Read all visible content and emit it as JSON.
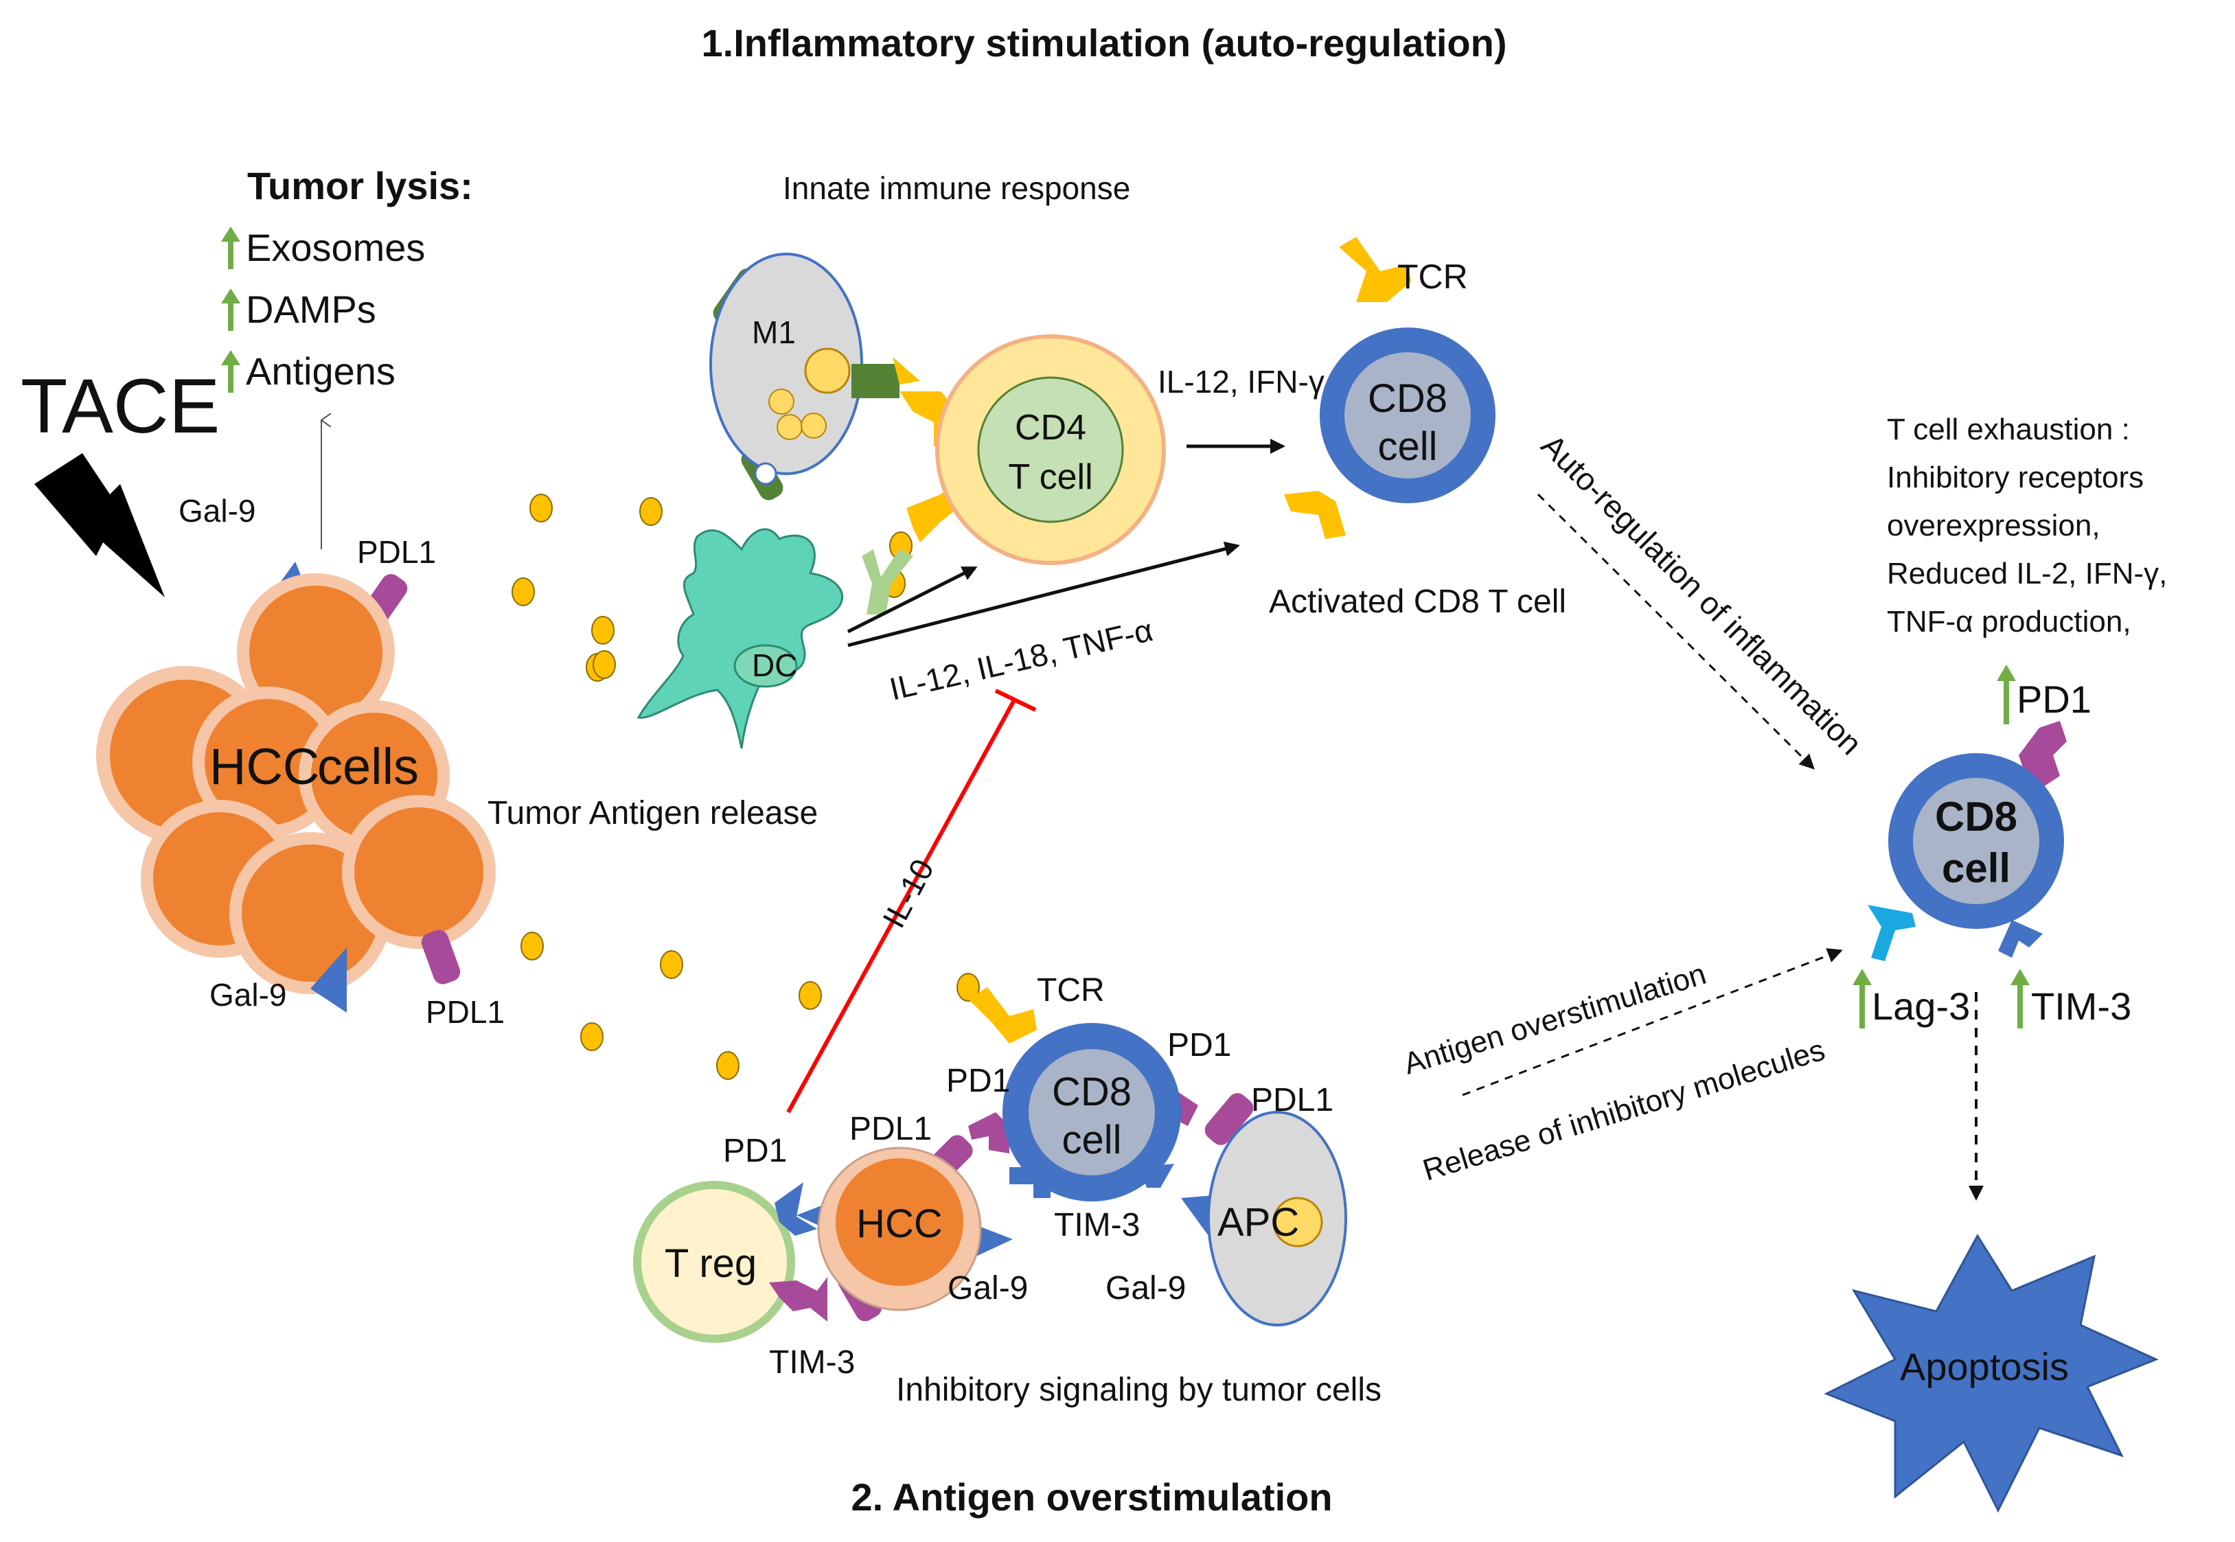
{
  "titles": {
    "top": "1.Inflammatory stimulation (auto-regulation)",
    "bottom": "2. Antigen overstimulation"
  },
  "trigger": {
    "label": "TACE"
  },
  "tumor_lysis": {
    "heading": "Tumor lysis:",
    "items": [
      "Exosomes",
      "DAMPs",
      "Antigens"
    ]
  },
  "hcc_cluster": {
    "label_left": "HCC",
    "label_right": "cells",
    "gal9_top": "Gal-9",
    "pdl1_top": "PDL1",
    "gal9_bottom": "Gal-9",
    "pdl1_bottom": "PDL1"
  },
  "upper": {
    "innate": "Innate immune response",
    "m1": "M1",
    "cd4_line1": "CD4",
    "cd4_line2": "T cell",
    "dc": "DC",
    "cytokines_top": "IL-12, IFN-γ",
    "cytokines_bottom": "IL-12, IL-18, TNF-α",
    "tcr": "TCR",
    "cd8_line1": "CD8",
    "cd8_line2": "cell",
    "activated": "Activated CD8 T cell",
    "antigen_release": "Tumor Antigen release",
    "il10": "IL-10"
  },
  "lower": {
    "tcr": "TCR",
    "pd1_left": "PD1",
    "pd1_right": "PD1",
    "pdl1_hcc": "PDL1",
    "pdl1_apc": "PDL1",
    "cd8_line1": "CD8",
    "cd8_line2": "cell",
    "pd1_treg": "PD1",
    "treg": "T reg",
    "hcc": "HCC",
    "apc": "APC",
    "tim3_mid": "TIM-3",
    "gal9_hcc": "Gal-9",
    "gal9_apc": "Gal-9",
    "tim3_treg": "TIM-3",
    "inhibitory": "Inhibitory signaling by tumor cells"
  },
  "right": {
    "auto_regulation": "Auto-regulation of inflammation",
    "antigen_over": "Antigen overstimulation",
    "release_inhib": "Release of inhibitory molecules",
    "exhaustion_lines": [
      "T cell exhaustion :",
      "Inhibitory receptors",
      "overexpression,",
      "Reduced IL-2, IFN-γ,",
      "TNF-α production,"
    ],
    "pd1": "PD1",
    "cd8_line1": "CD8",
    "cd8_line2": "cell",
    "lag3": "Lag-3",
    "tim3": "TIM-3",
    "apoptosis": "Apoptosis"
  },
  "colors": {
    "hcc_orange": "#ee8230",
    "hcc_rim": "#f6c6a8",
    "cd8_blue": "#4472c4",
    "cd8_inner": "#a9b4c8",
    "receptor_yellow": "#ffc000",
    "pd1_purple": "#a84a9a",
    "gal9_blue": "#4472c4",
    "dc_teal": "#5fd3b8",
    "up_arrow_green": "#70ad47",
    "il10_red": "#ff0000",
    "lag3_cyan": "#1aa8e0"
  }
}
